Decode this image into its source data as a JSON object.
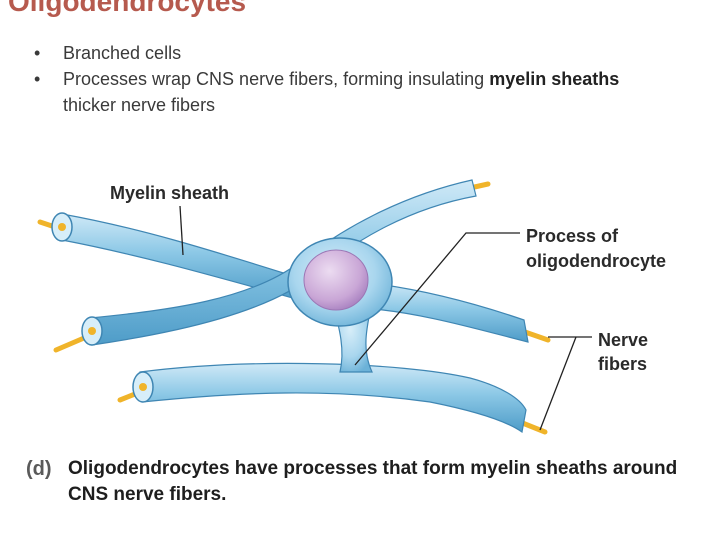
{
  "slide": {
    "title": "Oligodendrocytes",
    "bullets": [
      {
        "marker": "•",
        "text": "Branched cells"
      },
      {
        "marker": "•",
        "text_before": "Processes wrap CNS nerve fibers, forming insulating ",
        "bold": "myelin sheaths",
        "text_after": " thicker nerve fibers"
      }
    ]
  },
  "figure": {
    "labels": {
      "myelin_sheath": "Myelin sheath",
      "process_line1": "Process of",
      "process_line2": "oligodendrocyte",
      "nerve_line1": "Nerve",
      "nerve_line2": "fibers"
    },
    "caption_tag": "(d)",
    "caption": "Oligodendrocytes have processes that form myelin sheaths around CNS nerve fibers.",
    "colors": {
      "sheath": "#8cc8e6",
      "sheath_dark": "#4e9cc8",
      "axon": "#f0b42a",
      "cell": "#a9d6ee",
      "nucleus": "#c9a6d6"
    }
  }
}
